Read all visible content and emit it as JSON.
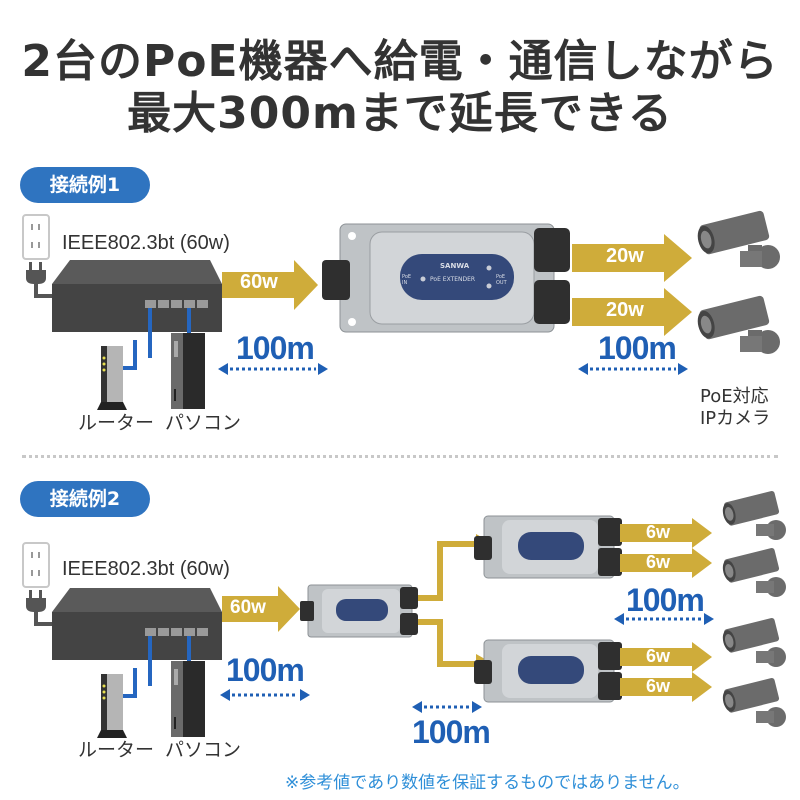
{
  "header": {
    "line1": "2台のPoE機器へ給電・通信しながら",
    "line2": "最大300mまで延長できる"
  },
  "colors": {
    "accent_blue": "#2f74c0",
    "distance_blue": "#1f5fb4",
    "power_gold": "#cfac3a",
    "note_blue": "#2f8fd8",
    "device_gray": "#4a4a4a"
  },
  "example1": {
    "badge": "接続例1",
    "spec": "IEEE802.3bt (60w)",
    "input_power": "60w",
    "output_power": [
      "20w",
      "20w"
    ],
    "distance_in": "100m",
    "distance_out": "100m",
    "labels": {
      "router": "ルーター",
      "pc": "パソコン"
    },
    "camera_label_line1": "PoE対応",
    "camera_label_line2": "IPカメラ",
    "extender": {
      "brand": "SANWA",
      "name": "PoE EXTENDER",
      "port_in": "PoE IN",
      "port_out": "PoE OUT"
    }
  },
  "example2": {
    "badge": "接続例2",
    "spec": "IEEE802.3bt (60w)",
    "input_power": "60w",
    "output_power": [
      "6w",
      "6w",
      "6w",
      "6w"
    ],
    "distance_in": "100m",
    "distance_mid": "100m",
    "distance_out": "100m",
    "labels": {
      "router": "ルーター",
      "pc": "パソコン"
    }
  },
  "footer": {
    "note": "※参考値であり数値を保証するものではありません。"
  }
}
